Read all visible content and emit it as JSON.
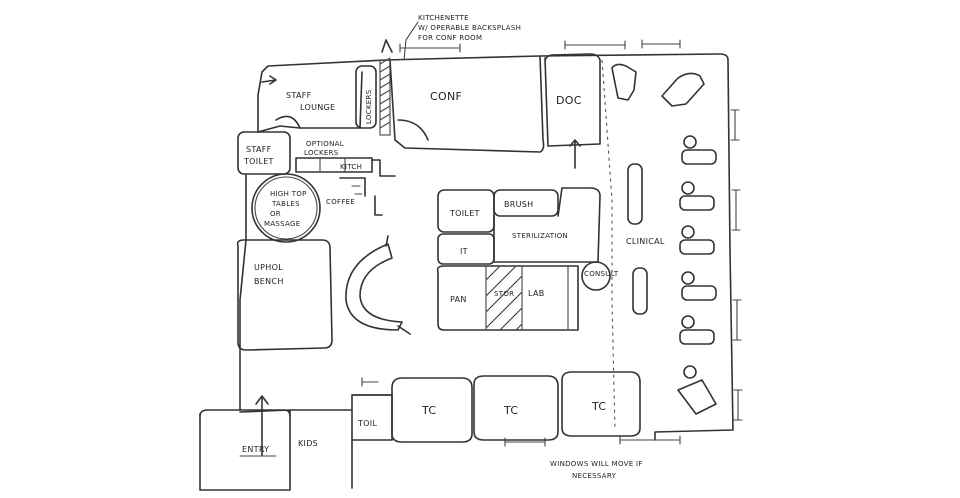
{
  "notes": {
    "kitchenette": [
      "KITCHENETTE",
      "W/ OPERABLE BACKSPLASH",
      "FOR CONF ROOM"
    ],
    "windows": [
      "WINDOWS WILL MOVE IF",
      "NECESSARY"
    ]
  },
  "rooms": {
    "staff_lounge": [
      "STAFF",
      "LOUNGE"
    ],
    "lockers": "LOCKERS",
    "conf": "CONF",
    "doc": "DOC",
    "staff_toilet": [
      "STAFF",
      "TOILET"
    ],
    "optional_lockers": [
      "OPTIONAL",
      "LOCKERS"
    ],
    "kitch": "KITCH",
    "high_top": [
      "HIGH TOP",
      "TABLES",
      "OR",
      "MASSAGE"
    ],
    "coffee": "COFFEE",
    "toilet": "TOILET",
    "brush": "BRUSH",
    "it": "IT",
    "sterilization": "STERILIZATION",
    "clinical": "CLINICAL",
    "consult": "CONSULT",
    "uphol_bench": [
      "UPHOL",
      "BENCH"
    ],
    "pan": "PAN",
    "stor": "STOR",
    "lab": "LAB",
    "toil": "TOIL",
    "tc1": "TC",
    "tc2": "TC",
    "tc3": "TC",
    "entry": "ENTRY",
    "kids": "KIDS"
  }
}
